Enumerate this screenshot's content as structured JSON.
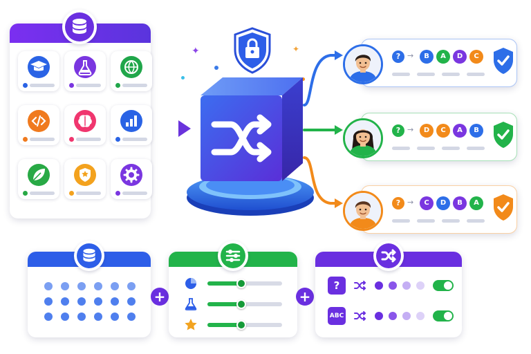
{
  "colors": {
    "purple": "#6a2fe0",
    "blue": "#2d5ee8",
    "green": "#22b34a",
    "orange": "#f28a1a",
    "gray_line": "#d3d7e4"
  },
  "catalog": {
    "tiles": [
      {
        "icon": "graduation-cap-icon",
        "color": "#2a63e5",
        "dot_color": "#2a63e5"
      },
      {
        "icon": "flask-icon",
        "color": "#7a36e0",
        "dot_color": "#7a36e0"
      },
      {
        "icon": "globe-icon",
        "color": "#20a64a",
        "dot_color": "#20a64a"
      },
      {
        "icon": "code-icon",
        "color": "#f07a1e",
        "dot_color": "#f07a1e"
      },
      {
        "icon": "brain-icon",
        "color": "#f0366e",
        "dot_color": "#f0366e"
      },
      {
        "icon": "bar-chart-icon",
        "color": "#2a63e5",
        "dot_color": "#2a63e5"
      },
      {
        "icon": "leaf-icon",
        "color": "#28a945",
        "dot_color": "#28a945"
      },
      {
        "icon": "shield-icon",
        "color": "#f3a21e",
        "dot_color": "#f3a21e"
      },
      {
        "icon": "gear-icon",
        "color": "#7a36e0",
        "dot_color": "#7a36e0"
      }
    ]
  },
  "shuffler": {
    "icon": "shuffle-icon",
    "top_icon": "lock-shield-icon"
  },
  "users": [
    {
      "name": "user-1",
      "color": "#2d6ee8",
      "shield": "#2d6ee8",
      "skin": "#f2bf92",
      "hair": "#2a1e18",
      "shirt": "#2d6ee8",
      "order": [
        {
          "t": "B",
          "c": "#2d6ee8"
        },
        {
          "t": "A",
          "c": "#22b34a"
        },
        {
          "t": "D",
          "c": "#7a36e0"
        },
        {
          "t": "C",
          "c": "#f28a1a"
        }
      ]
    },
    {
      "name": "user-2",
      "color": "#22b34a",
      "shield": "#22b34a",
      "skin": "#f2bf92",
      "hair": "#231814",
      "shirt": "#22b34a",
      "order": [
        {
          "t": "D",
          "c": "#f28a1a"
        },
        {
          "t": "C",
          "c": "#f28a1a"
        },
        {
          "t": "A",
          "c": "#7a36e0"
        },
        {
          "t": "B",
          "c": "#2d6ee8"
        }
      ]
    },
    {
      "name": "user-3",
      "color": "#f28a1a",
      "shield": "#f28a1a",
      "skin": "#f2bf92",
      "hair": "#5a3520",
      "shirt": "#f28a1a",
      "order": [
        {
          "t": "C",
          "c": "#7a36e0"
        },
        {
          "t": "D",
          "c": "#2d6ee8"
        },
        {
          "t": "B",
          "c": "#7a36e0"
        },
        {
          "t": "A",
          "c": "#22b34a"
        }
      ]
    }
  ],
  "panels": {
    "data": {
      "icon": "database-icon",
      "color": "#2d5ee8"
    },
    "settings": {
      "icon": "sliders-icon",
      "color": "#22b34a",
      "rows": [
        {
          "icon": "pie-chart-icon",
          "level": 0.45
        },
        {
          "icon": "flask-icon",
          "level": 0.45
        },
        {
          "icon": "star-icon",
          "level": 0.45
        }
      ]
    },
    "shuffle": {
      "icon": "shuffle-icon",
      "color": "#6a2fe0",
      "rows": [
        {
          "icon": "question-icon",
          "label": "?",
          "enabled": true
        },
        {
          "icon": "abc-blocks-icon",
          "label": "ABC",
          "enabled": true
        }
      ]
    }
  }
}
